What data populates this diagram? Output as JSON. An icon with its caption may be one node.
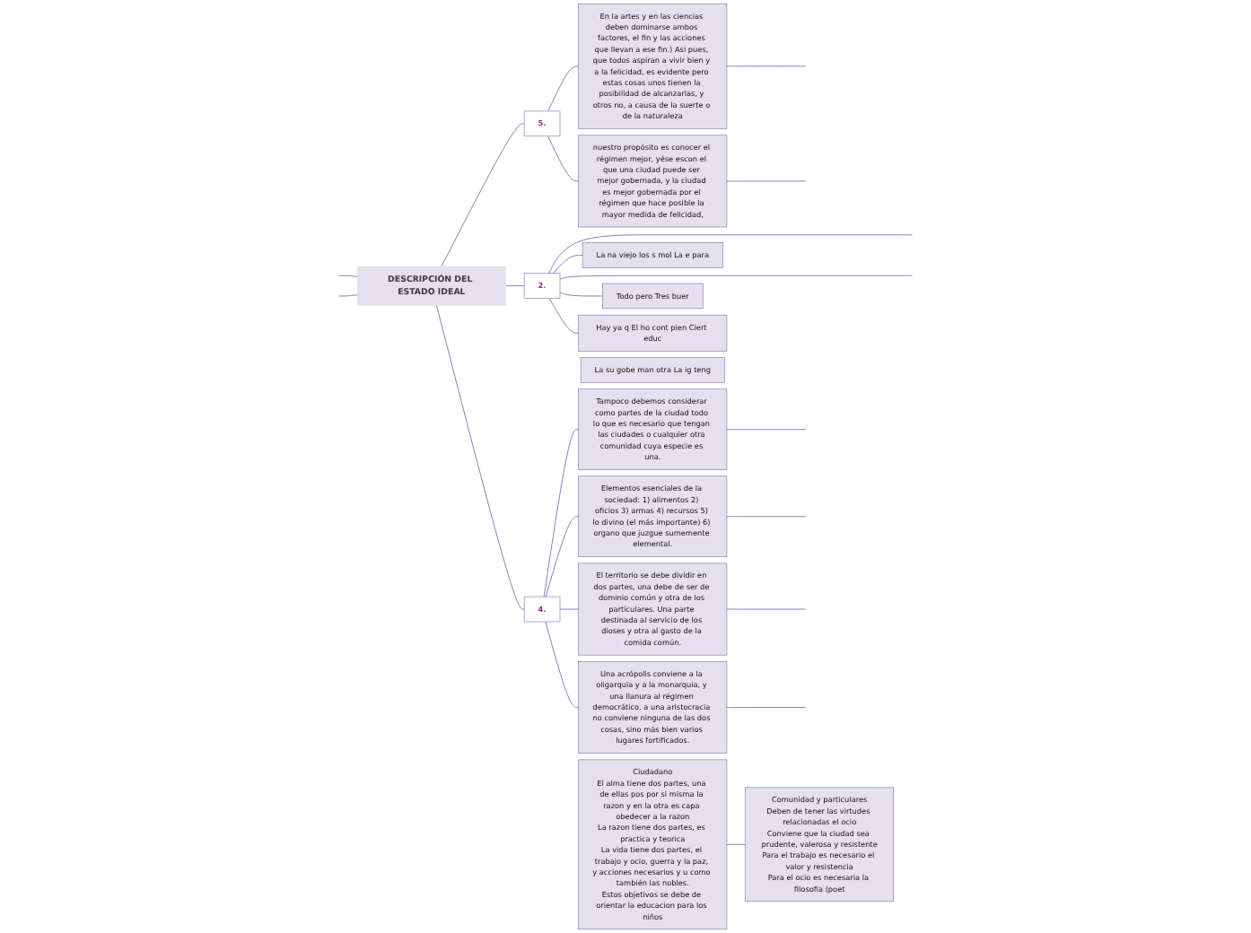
{
  "diagram": {
    "nodes": [
      {
        "text": [
          "DESCRIPCIÓN DEL ESTADO IDEAL"
        ]
      },
      {
        "text": [
          "5."
        ]
      },
      {
        "text": [
          "En la artes y en las ciencias deben dominarse ambos factores, el fin y las acciones que llevan a ese fin.) Asi pues, que todos aspiran a vivir bien y a la felicidad, es evidente pero estas cosas unos tienen la posibilidad de alcanzarlas, y otros no, a causa de la suerte o de la naturaleza"
        ]
      },
      {
        "text": [
          "nuestro propósito es conocer el régimen mejor, yése escon el que una ciudad puede ser mejor gobernada, y la ciudad es mejor gobernada por el régimen que hace posible la mayor medida de felicidad,"
        ]
      },
      {
        "text": [
          "2."
        ]
      },
      {
        "text": [
          "La na viejo los s mol La e para"
        ]
      },
      {
        "text": [
          "Todo pero Tres buer"
        ]
      },
      {
        "text": [
          "Hay ya q El ho cont pien Ciert educ"
        ]
      },
      {
        "text": [
          "La su gobe man otra La ig teng"
        ]
      },
      {
        "text": [
          "4."
        ]
      },
      {
        "text": [
          "Tampoco debemos considerar como partes de la ciudad todo lo que es necesario que tengan las ciudades o cualquier otra comunidad cuya especie es una."
        ]
      },
      {
        "text": [
          "Elementos esenciales de la sociedad: 1) alimentos 2) oficios 3) armas 4) recursos 5) lo divino (el más importante) 6) organo que juzgue sumemente elemental."
        ]
      },
      {
        "text": [
          "El territorio se debe dividir en dos partes, una debe de ser de dominio común y otra de los particulares. Una parte destinada al servicio de los dioses y otra al gasto de la comida común."
        ]
      },
      {
        "text": [
          "Una acrópolis conviene a la oligarquia y a la monarquia, y una llanura al régimen democrático. a una aristocracia no conviene ninguna de las dos cosas, sino más bien varios lugares fortificados."
        ]
      },
      {
        "text": [
          "Ciudadano",
          "El alma tiene dos partes, una de ellas pos por si misma la razon y en la otra es capa obedecer a la razon",
          "La razon tiene dos partes, es practica y teorica",
          "La vida tiene dos partes, el trabajo y ocio, guerra y la paz, y acciones necesarios y u como también las nobles.",
          "Estos objetivos se debe de orientar la educacion para los niños"
        ]
      },
      {
        "text": [
          "Comunidad y particulares",
          "Deben de tener las virtudes relacionadas el ocio",
          "Conviene que la ciudad sea prudente, valerosa y resistente",
          "Para el trabajo es necesario el valor y resistencia",
          "Para el ocio es necesaria la filosofia (poet"
        ]
      }
    ],
    "edges": [
      {
        "from": 0,
        "to": null,
        "arrow": "none"
      },
      {
        "from": 0,
        "to": 1,
        "arrow": "none"
      },
      {
        "from": 0,
        "to": 4,
        "arrow": "none"
      },
      {
        "from": 0,
        "to": 9,
        "arrow": "none"
      },
      {
        "from": 0,
        "to": null,
        "arrow": "none"
      },
      {
        "from": 1,
        "to": 2,
        "arrow": "none"
      },
      {
        "from": 1,
        "to": 3,
        "arrow": "none"
      },
      {
        "from": 2,
        "to": null,
        "arrow": "none"
      },
      {
        "from": 3,
        "to": null,
        "arrow": "none"
      },
      {
        "from": 4,
        "to": null,
        "arrow": "none"
      },
      {
        "from": 4,
        "to": 5,
        "arrow": "none"
      },
      {
        "from": 4,
        "to": null,
        "arrow": "none"
      },
      {
        "from": 4,
        "to": 6,
        "arrow": "none"
      },
      {
        "from": 4,
        "to": 7,
        "arrow": "none"
      },
      {
        "from": 9,
        "to": 10,
        "arrow": "none"
      },
      {
        "from": 9,
        "to": 11,
        "arrow": "none"
      },
      {
        "from": 9,
        "to": 12,
        "arrow": "none"
      },
      {
        "from": 9,
        "to": 13,
        "arrow": "none"
      },
      {
        "from": 10,
        "to": null,
        "arrow": "none"
      },
      {
        "from": 11,
        "to": null,
        "arrow": "none"
      },
      {
        "from": 12,
        "to": null,
        "arrow": "none"
      },
      {
        "from": 13,
        "to": null,
        "arrow": "none"
      },
      {
        "from": 14,
        "to": 15,
        "arrow": "none"
      }
    ]
  }
}
